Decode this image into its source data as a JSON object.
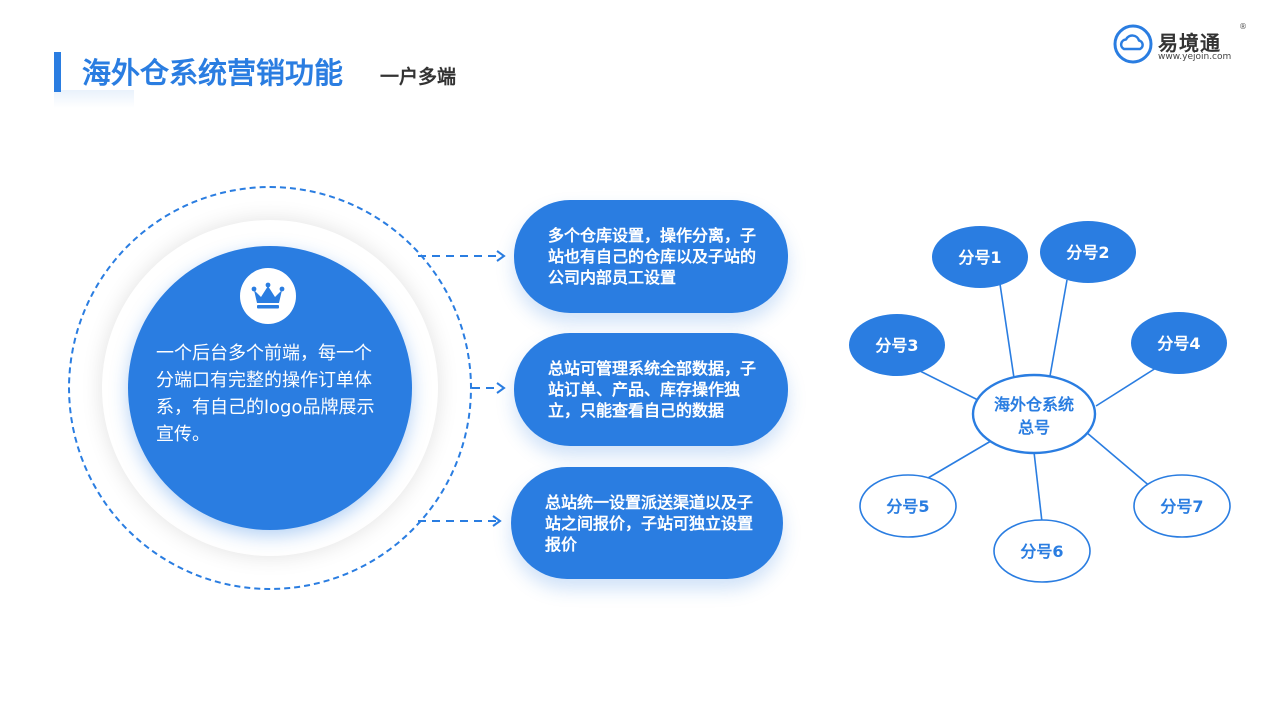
{
  "header": {
    "title": "海外仓系统营销功能",
    "subtitle": "一户多端"
  },
  "logo": {
    "name": "易境通",
    "url": "www.yejoin.com",
    "reg": "®",
    "icon": "cloud-icon"
  },
  "center": {
    "icon": "crown-icon",
    "text": "一个后台多个前端，每一个分端口有完整的操作订单体系，有自己的logo品牌展示宣传。"
  },
  "features": [
    {
      "text": "多个仓库设置，操作分离，子站也有自己的仓库以及子站的公司内部员工设置"
    },
    {
      "text": "总站可管理系统全部数据，子站订单、产品、库存操作独立，只能查看自己的数据"
    },
    {
      "text": "总站统一设置派送渠道以及子站之间报价，子站可独立设置报价"
    }
  ],
  "network": {
    "hub_line1": "海外仓系统",
    "hub_line2": "总号",
    "branches": [
      "分号1",
      "分号2",
      "分号3",
      "分号4",
      "分号5",
      "分号6",
      "分号7"
    ]
  },
  "colors": {
    "primary": "#2a7de1",
    "text_dark": "#333333",
    "white": "#ffffff"
  }
}
